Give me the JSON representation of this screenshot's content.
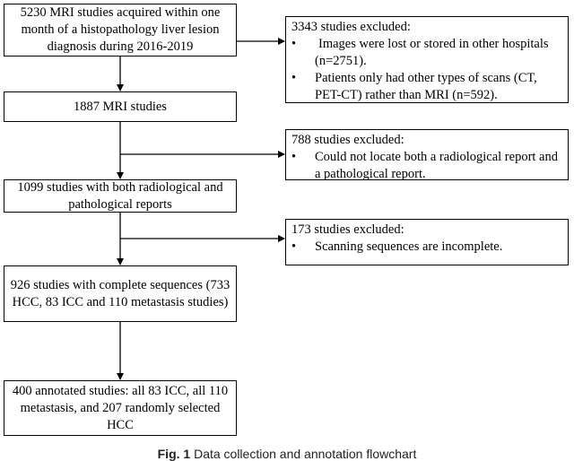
{
  "left_boxes": [
    {
      "text": "5230 MRI studies acquired within one month of a histopathology liver lesion diagnosis during 2016-2019"
    },
    {
      "text": "1887 MRI studies"
    },
    {
      "text": "1099 studies with both radiological and pathological reports"
    },
    {
      "text": "926 studies with complete sequences (733 HCC, 83 ICC and 110 metastasis studies)"
    },
    {
      "text": "400 annotated studies: all 83 ICC, all 110 metastasis, and 207 randomly selected HCC"
    }
  ],
  "right_boxes": [
    {
      "heading": "3343 studies excluded:",
      "items": [
        "Images were lost or stored in other hospitals (n=2751).",
        "Patients only had other types of scans (CT, PET-CT) rather than MRI (n=592)."
      ]
    },
    {
      "heading": "788 studies excluded:",
      "items": [
        "Could not locate both a radiological report and a pathological report."
      ]
    },
    {
      "heading": "173 studies excluded:",
      "items": [
        "Scanning sequences are incomplete."
      ]
    }
  ],
  "bullet_char": "•",
  "caption": {
    "label": "Fig. 1",
    "text": "Data collection and annotation flowchart"
  }
}
